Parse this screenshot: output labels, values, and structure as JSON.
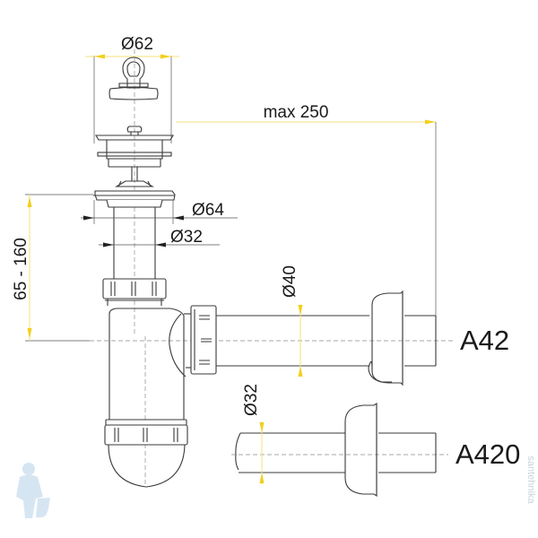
{
  "drawing": {
    "subject": "bottle siphon technical drawing",
    "dimensions": {
      "plug_diameter": "Ø62",
      "max_length": "max 250",
      "flange_diameter": "Ø64",
      "inlet_pipe_diameter": "Ø32",
      "height_range": "65 - 160",
      "outlet_pipe_diameter": "Ø40",
      "alt_outlet_pipe_diameter": "Ø32"
    },
    "variants": {
      "primary": "A42",
      "alternative": "A420"
    },
    "colors": {
      "line": "#3a3a3a",
      "dimension_line": "#f6e27a",
      "dimension_arrow": "#f2cf1d",
      "watermark": "#c9d3dc"
    },
    "watermark_text": "santehnika"
  }
}
